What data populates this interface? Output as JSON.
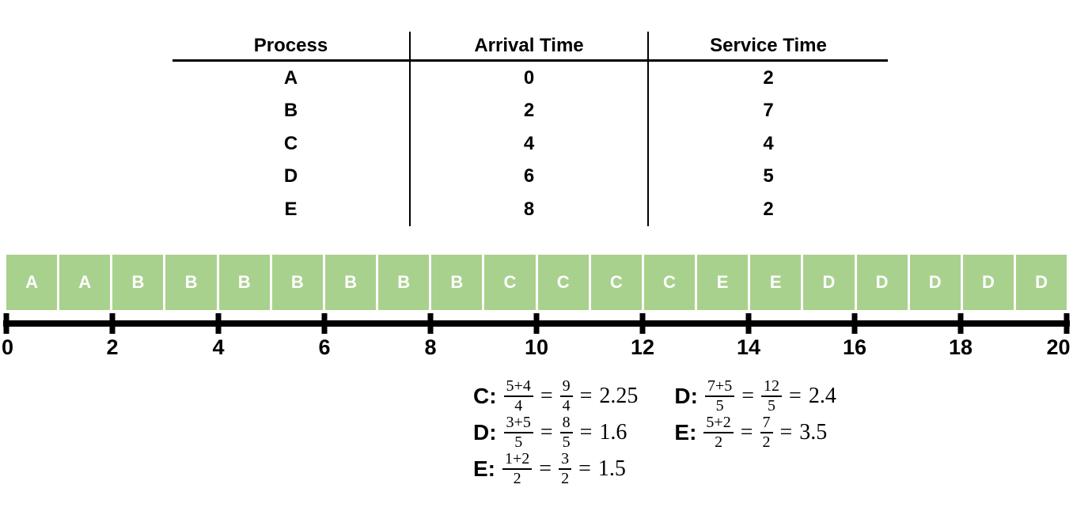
{
  "colors": {
    "gantt_green": "#a9d18e",
    "bar_text": "#ffffff",
    "ink": "#000000"
  },
  "table": {
    "headers": [
      "Process",
      "Arrival Time",
      "Service Time"
    ],
    "rows": [
      [
        "A",
        "0",
        "2"
      ],
      [
        "B",
        "2",
        "7"
      ],
      [
        "C",
        "4",
        "4"
      ],
      [
        "D",
        "6",
        "5"
      ],
      [
        "E",
        "8",
        "2"
      ]
    ]
  },
  "gantt": {
    "cells": [
      "A",
      "A",
      "B",
      "B",
      "B",
      "B",
      "B",
      "B",
      "B",
      "C",
      "C",
      "C",
      "C",
      "E",
      "E",
      "D",
      "D",
      "D",
      "D",
      "D"
    ]
  },
  "axis": {
    "min": 0,
    "max": 20,
    "labels": [
      "0",
      "2",
      "4",
      "6",
      "8",
      "10",
      "12",
      "14",
      "16",
      "18",
      "20"
    ]
  },
  "calculations": {
    "equals": "=",
    "left": [
      {
        "label": "C:",
        "num1": "5+4",
        "den1": "4",
        "num2": "9",
        "den2": "4",
        "value": "2.25"
      },
      {
        "label": "D:",
        "num1": "3+5",
        "den1": "5",
        "num2": "8",
        "den2": "5",
        "value": "1.6"
      },
      {
        "label": "E:",
        "num1": "1+2",
        "den1": "2",
        "num2": "3",
        "den2": "2",
        "value": "1.5"
      }
    ],
    "right": [
      {
        "label": "D:",
        "num1": "7+5",
        "den1": "5",
        "num2": "12",
        "den2": "5",
        "value": "2.4"
      },
      {
        "label": "E:",
        "num1": "5+2",
        "den1": "2",
        "num2": "7",
        "den2": "2",
        "value": "3.5"
      }
    ]
  }
}
